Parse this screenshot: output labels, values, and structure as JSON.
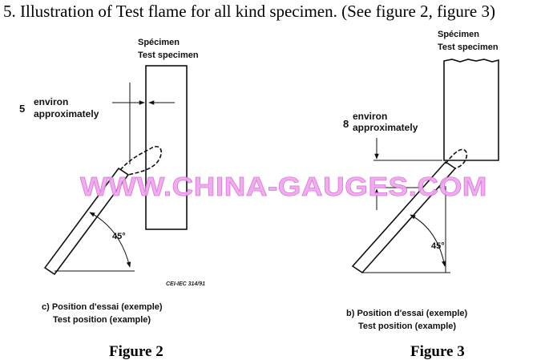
{
  "heading": "5. Illustration of  Test flame for all kind specimen. (See figure 2, figure 3)",
  "watermark": "WWW.CHINA-GAUGES.COM",
  "figure2": {
    "specimen_fr": "Spécimen",
    "specimen_en": "Test specimen",
    "dimension_value": "5",
    "dimension_fr": "environ",
    "dimension_en": "approximately",
    "angle": "45°",
    "source_code": "CEI-IEC 314/91",
    "position_fr": "c) Position d'essai (exemple)",
    "position_en": "Test position (example)",
    "caption": "Figure 2"
  },
  "figure3": {
    "specimen_fr": "Spécimen",
    "specimen_en": "Test specimen",
    "dimension_value": "8",
    "dimension_fr": "environ",
    "dimension_en": "approximately",
    "angle": "45°",
    "position_fr": "b) Position d'essai (exemple)",
    "position_en": "Test position (example)",
    "caption": "Figure 3"
  }
}
